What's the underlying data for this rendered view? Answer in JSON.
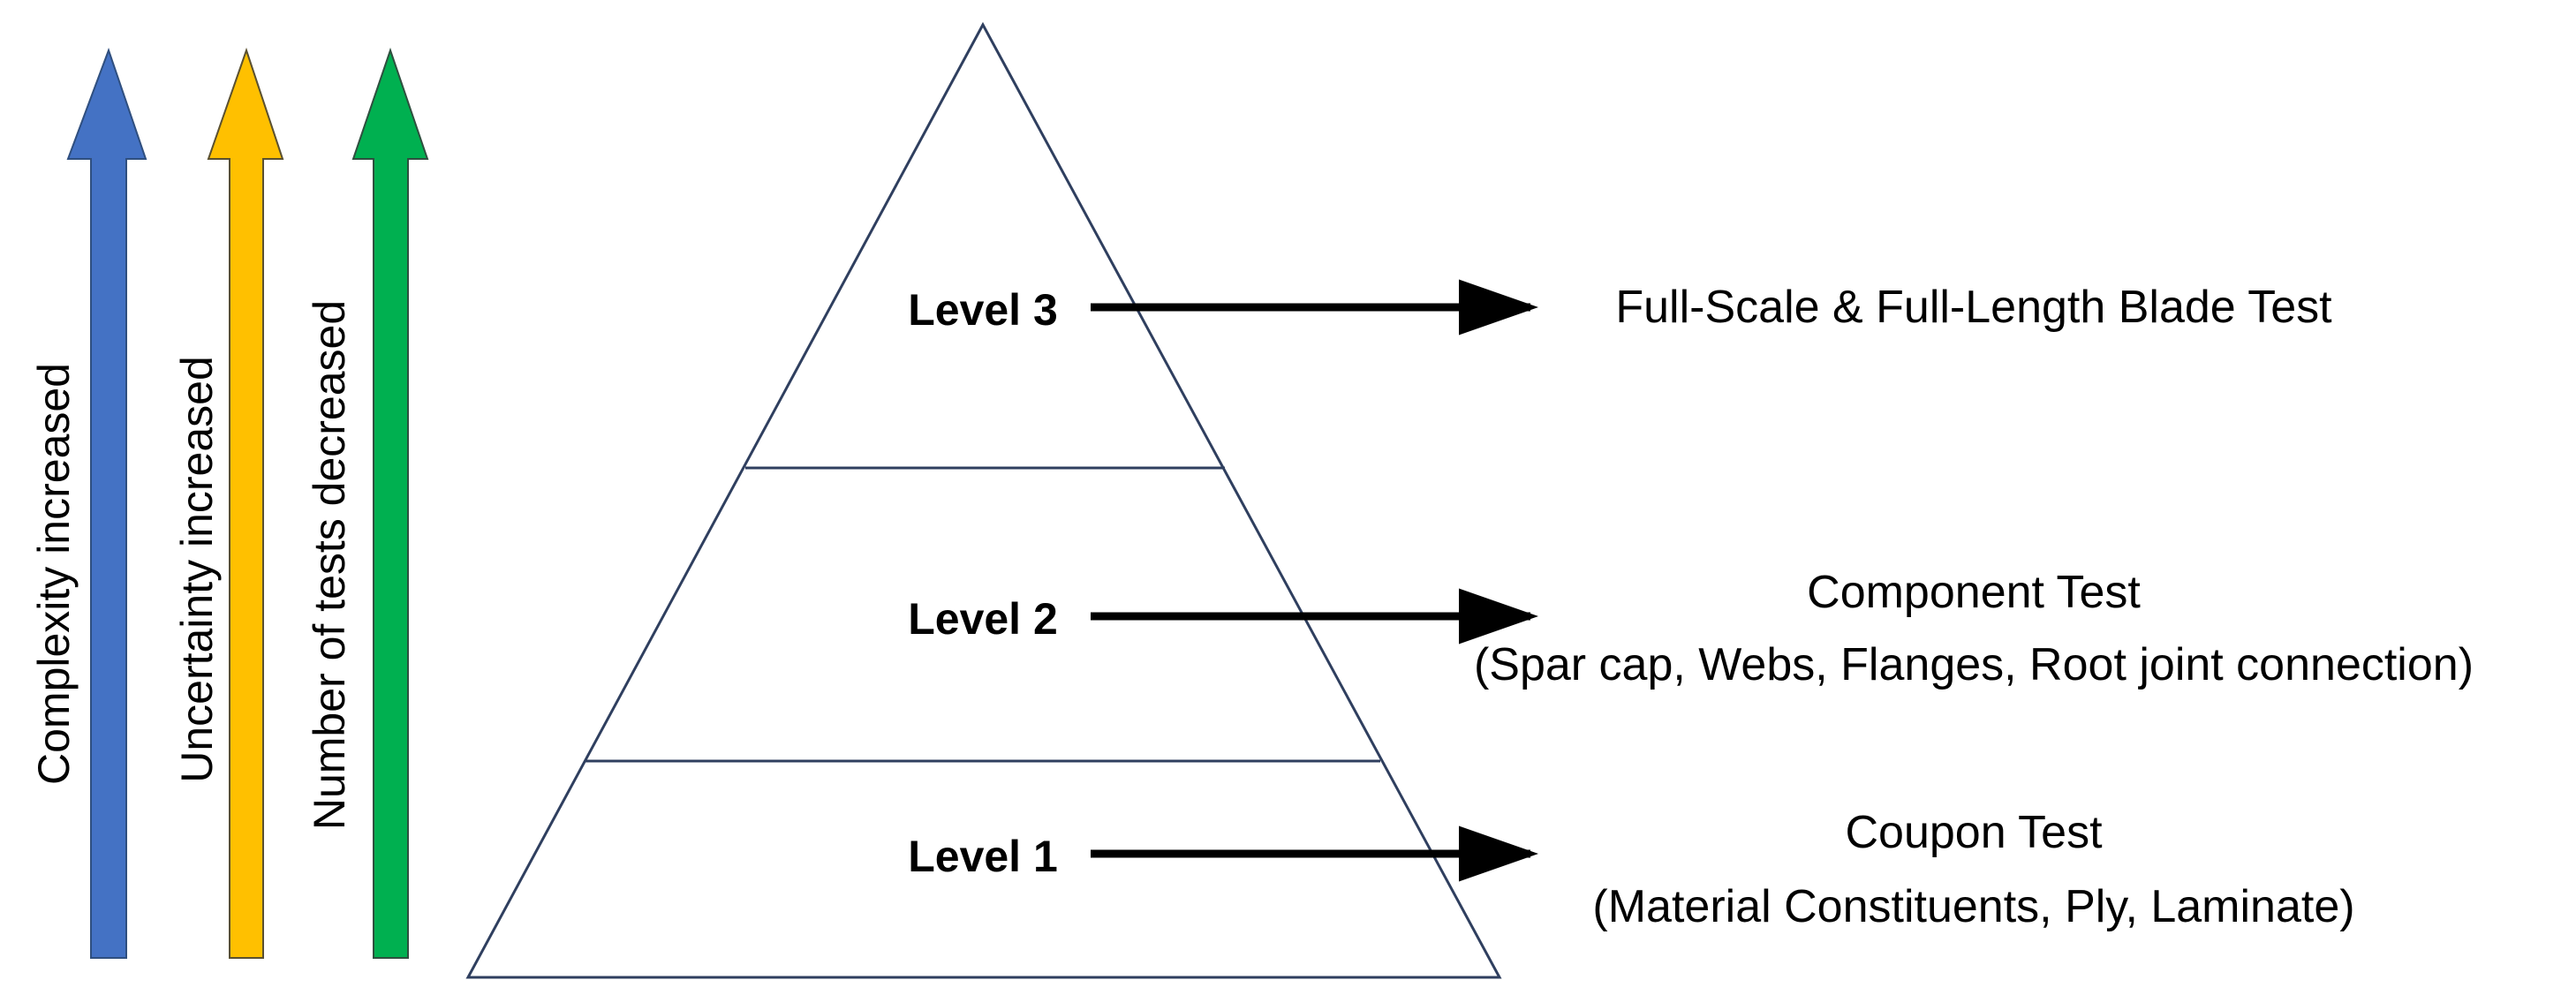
{
  "side_arrows": [
    {
      "label": "Complexity increased",
      "color": "#4472C4"
    },
    {
      "label": "Uncertainty increased",
      "color": "#FFC000"
    },
    {
      "label": "Number of tests decreased",
      "color": "#00B050"
    }
  ],
  "pyramid": {
    "outline_color": "#2F3F5F",
    "levels": [
      {
        "label": "Level 3",
        "description_lines": [
          "Full-Scale & Full-Length Blade Test"
        ]
      },
      {
        "label": "Level 2",
        "description_lines": [
          "Component Test",
          "(Spar cap, Webs, Flanges, Root joint connection)"
        ]
      },
      {
        "label": "Level 1",
        "description_lines": [
          "Coupon Test",
          "(Material Constituents, Ply, Laminate)"
        ]
      }
    ]
  }
}
